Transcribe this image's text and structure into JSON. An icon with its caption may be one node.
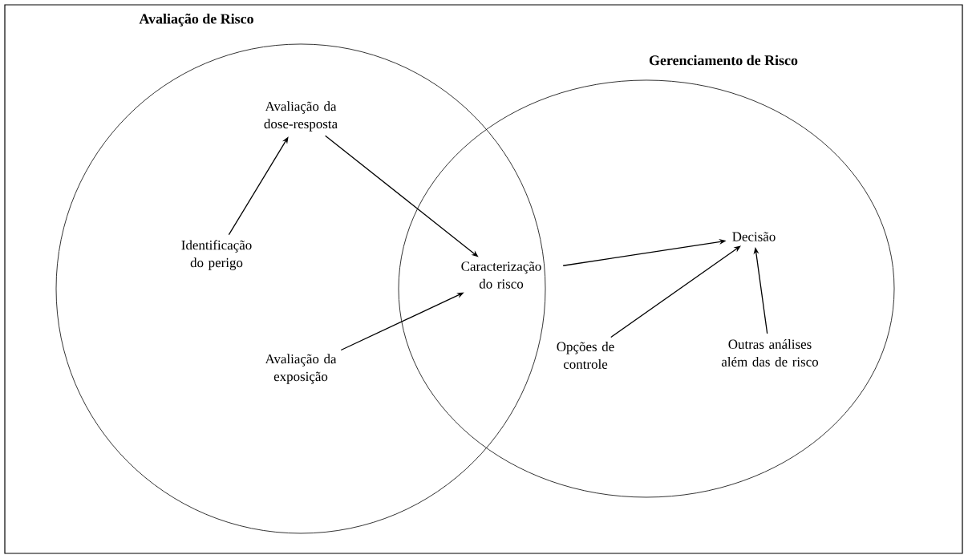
{
  "diagram": {
    "nodes": [
      {
        "text": [
          "Avaliação de Risco"
        ]
      },
      {
        "text": [
          "Gerenciamento de Risco"
        ]
      },
      {
        "text": [
          "Identificação do perigo"
        ],
        "in": 0
      },
      {
        "text": [
          "Avaliação da dose-resposta"
        ],
        "in": 0
      },
      {
        "text": [
          "Avaliação da exposição"
        ],
        "in": 0
      },
      {
        "text": [
          "Caracterização do risco"
        ]
      },
      {
        "text": [
          "Decisão"
        ],
        "in": 1
      },
      {
        "text": [
          "Opções de controle"
        ],
        "in": 1
      },
      {
        "text": [
          "Outras análises além das de risco"
        ],
        "in": 1
      }
    ],
    "edges": [
      {
        "from": 2,
        "to": 3,
        "arrow": "to"
      },
      {
        "from": 3,
        "to": 5,
        "arrow": "to"
      },
      {
        "from": 4,
        "to": 5,
        "arrow": "to"
      },
      {
        "from": 5,
        "to": 6,
        "arrow": "to"
      },
      {
        "from": 7,
        "to": 6,
        "arrow": "to"
      },
      {
        "from": 8,
        "to": 6,
        "arrow": "to"
      }
    ]
  }
}
